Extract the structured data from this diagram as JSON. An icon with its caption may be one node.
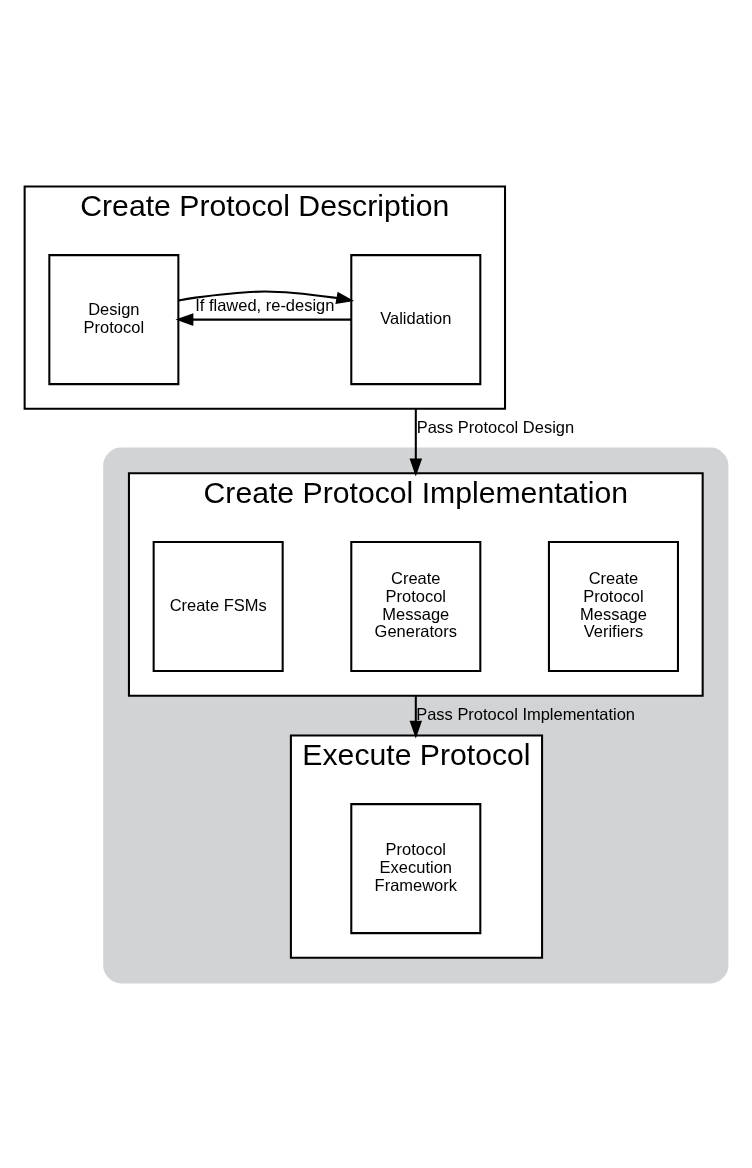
{
  "diagram": {
    "nodes": [
      {
        "text": [
          "Create Protocol Description"
        ]
      },
      {
        "text": [
          "Design Protocol"
        ],
        "in": 0
      },
      {
        "text": [
          "Validation"
        ],
        "in": 0
      },
      {
        "text": [],
        "shape": "box"
      },
      {
        "text": [
          "Create Protocol Implementation"
        ],
        "in": 3
      },
      {
        "text": [
          "Create FSMs"
        ],
        "in": 4
      },
      {
        "text": [
          "Create Protocol Message Generators"
        ],
        "in": 4
      },
      {
        "text": [
          "Create Protocol Message Verifiers"
        ],
        "in": 4
      },
      {
        "text": [
          "Execute Protocol"
        ],
        "in": 3
      },
      {
        "text": [
          "Protocol Execution Framework"
        ],
        "in": 8
      }
    ],
    "edges": [
      {
        "from": 1,
        "to": 2,
        "arrow": "to"
      },
      {
        "from": 2,
        "to": 1,
        "arrow": "to",
        "label": "If flawed, re-design"
      },
      {
        "from": 0,
        "to": 4,
        "arrow": "to",
        "label": "Pass Protocol Design"
      },
      {
        "from": 4,
        "to": 8,
        "arrow": "to",
        "label": "Pass Protocol Implementation"
      }
    ]
  }
}
